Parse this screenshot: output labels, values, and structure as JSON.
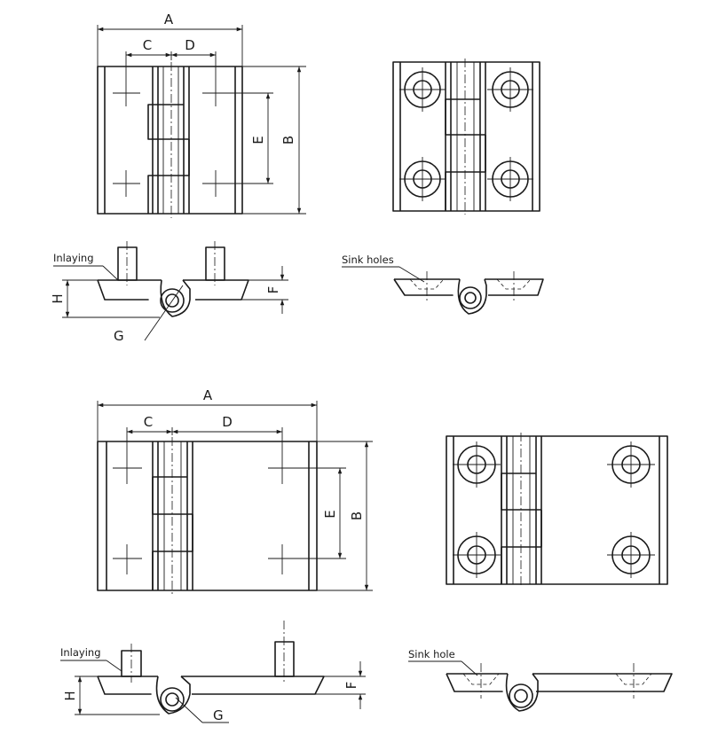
{
  "dimensions": {
    "A": "A",
    "B": "B",
    "C": "C",
    "D": "D",
    "E": "E",
    "F": "F",
    "G": "G",
    "H": "H"
  },
  "labels": {
    "inlaying": "Inlaying",
    "sink_holes": "Sink holes",
    "sink_hole": "Sink hole"
  }
}
